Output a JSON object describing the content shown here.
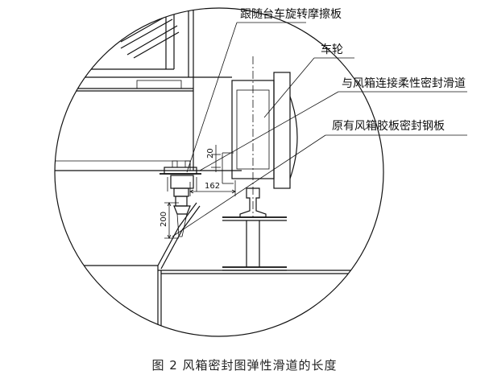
{
  "labels": {
    "turntable_plate": "跟随台车旋转摩擦板",
    "wheel": "车轮",
    "flexible_slide": "与风箱连接柔性密封滑道",
    "steel_plate": "原有风箱胶板密封钢板"
  },
  "dimensions": {
    "d20": "20",
    "d162": "162",
    "d200": "200"
  },
  "caption": "图 2  风箱密封图弹性滑道的长度"
}
